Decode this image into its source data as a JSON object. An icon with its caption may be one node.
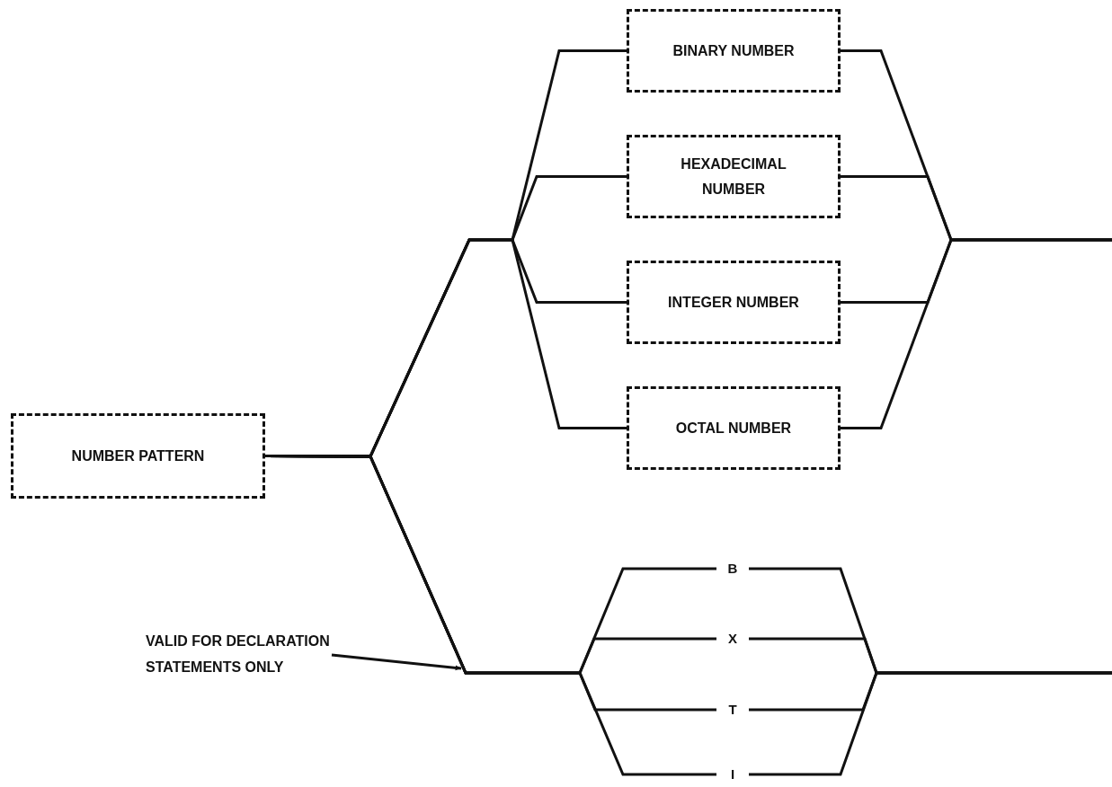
{
  "diagram": {
    "nodes": [
      {
        "text": [
          "NUMBER PATTERN"
        ]
      },
      {
        "text": [
          "BINARY NUMBER"
        ]
      },
      {
        "text": [
          "HEXADECIMAL NUMBER"
        ]
      },
      {
        "text": [
          "INTEGER NUMBER"
        ]
      },
      {
        "text": [
          "OCTAL NUMBER"
        ]
      },
      {
        "text": [
          "B"
        ]
      },
      {
        "text": [
          "X"
        ]
      },
      {
        "text": [
          "T"
        ]
      },
      {
        "text": [
          "I"
        ]
      },
      {
        "text": [
          "VALID FOR DECLARATION STATEMENTS ONLY"
        ]
      }
    ],
    "edges": [
      {
        "from": 0,
        "to": 1,
        "arrow": "none"
      },
      {
        "from": 0,
        "to": 2,
        "arrow": "none"
      },
      {
        "from": 0,
        "to": 3,
        "arrow": "none"
      },
      {
        "from": 0,
        "to": 4,
        "arrow": "none"
      },
      {
        "from": 0,
        "to": 5,
        "arrow": "none"
      },
      {
        "from": 0,
        "to": 6,
        "arrow": "none"
      },
      {
        "from": 0,
        "to": 7,
        "arrow": "none"
      },
      {
        "from": 0,
        "to": 8,
        "arrow": "none"
      },
      {
        "from": 1,
        "to": null,
        "arrow": "none"
      },
      {
        "from": 2,
        "to": null,
        "arrow": "none"
      },
      {
        "from": 3,
        "to": null,
        "arrow": "none"
      },
      {
        "from": 4,
        "to": null,
        "arrow": "none"
      },
      {
        "from": 5,
        "to": null,
        "arrow": "none"
      },
      {
        "from": 6,
        "to": null,
        "arrow": "none"
      },
      {
        "from": 7,
        "to": null,
        "arrow": "none"
      },
      {
        "from": 8,
        "to": null,
        "arrow": "none"
      },
      {
        "from": 9,
        "to": null,
        "arrow": "to"
      }
    ]
  }
}
